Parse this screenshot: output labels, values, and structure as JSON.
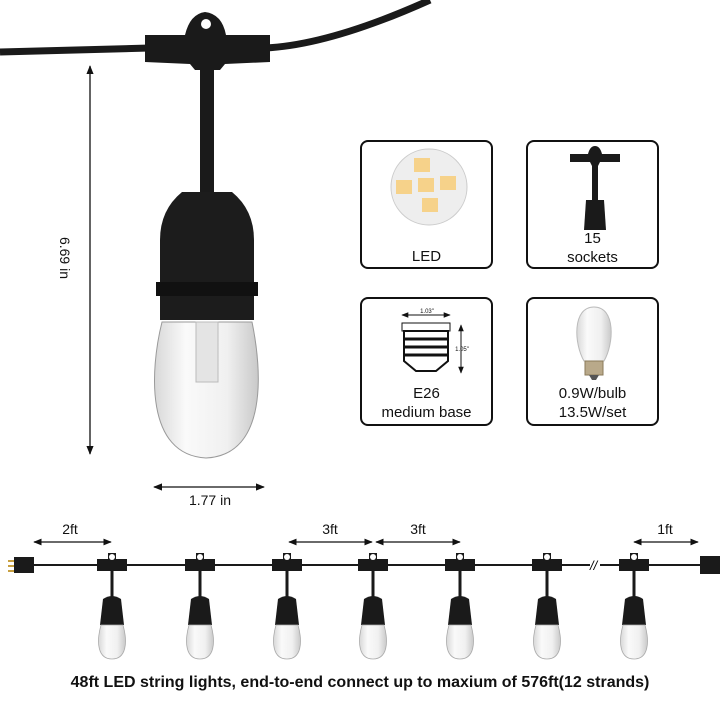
{
  "dimensions": {
    "height": "6.69 in",
    "width": "1.77 in"
  },
  "features": [
    {
      "icon": "led-chip-icon",
      "lines": [
        "LED"
      ]
    },
    {
      "icon": "socket-icon",
      "lines": [
        "15",
        "sockets"
      ]
    },
    {
      "icon": "e26-base-icon",
      "lines": [
        "E26",
        "medium base"
      ],
      "base_width": "1.03\"",
      "base_height": "1.05\""
    },
    {
      "icon": "bulb-icon",
      "lines": [
        "0.9W/bulb",
        "13.5W/set"
      ]
    }
  ],
  "spacing": {
    "plug_to_first": "2ft",
    "between_a": "3ft",
    "between_b": "3ft",
    "last_to_end": "1ft"
  },
  "caption": "48ft LED string lights, end-to-end connect up to maxium of 576ft(12 strands)",
  "colors": {
    "cable": "#1a1a1a",
    "led": "#f6d28a",
    "glass": "#f2f2f2"
  }
}
